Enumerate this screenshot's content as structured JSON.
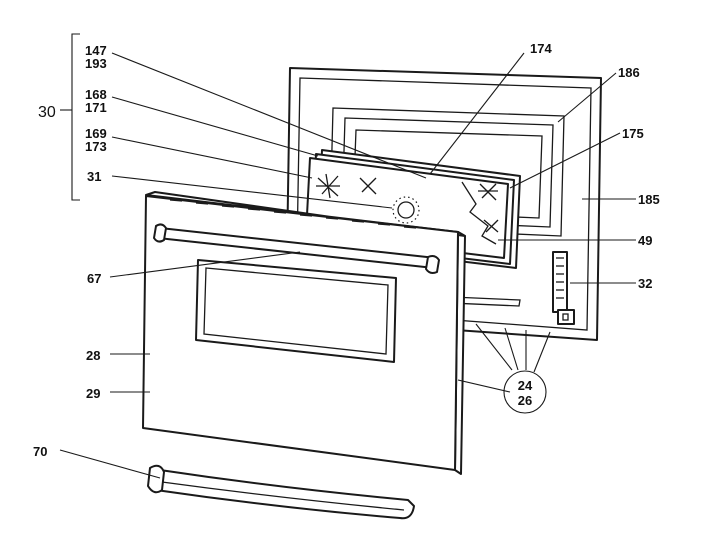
{
  "labels": {
    "l147": "147",
    "l193": "193",
    "l168": "168",
    "l171": "171",
    "l169": "169",
    "l173": "173",
    "l30": "30",
    "l31": "31",
    "l67": "67",
    "l28": "28",
    "l29": "29",
    "l70": "70",
    "l174": "174",
    "l186": "186",
    "l175": "175",
    "l185": "185",
    "l49": "49",
    "l32": "32",
    "l24": "24",
    "l26": "26"
  }
}
